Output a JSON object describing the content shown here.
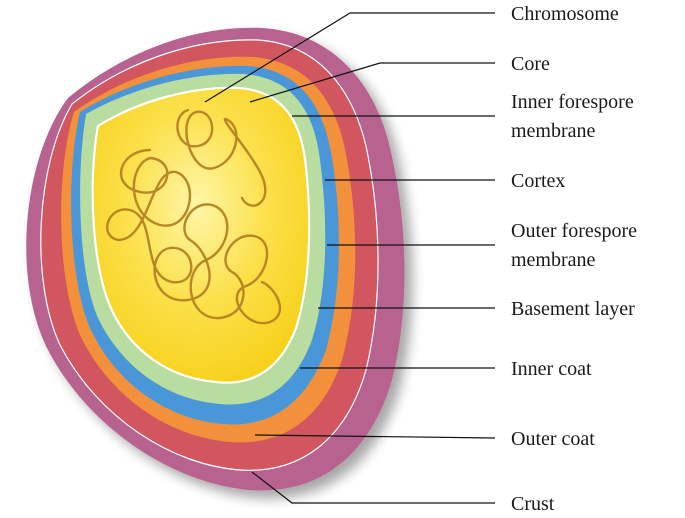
{
  "diagram": {
    "labels": {
      "chromosome": "Chromosome",
      "core": "Core",
      "inner_forespore_line1": "Inner forespore",
      "inner_forespore_line2": "membrane",
      "cortex": "Cortex",
      "outer_forespore_line1": "Outer forespore",
      "outer_forespore_line2": "membrane",
      "basement_layer": "Basement layer",
      "inner_coat": "Inner coat",
      "outer_coat": "Outer coat",
      "crust": "Crust"
    },
    "colors": {
      "crust": "#b7628f",
      "outer_coat": "#d2575f",
      "inner_coat": "#f2903a",
      "basement_layer": "#4a97d8",
      "cortex": "#b9dca0",
      "core": "#f7d21f",
      "core_highlight": "#fff6a8",
      "chromosome": "#b88624"
    }
  }
}
